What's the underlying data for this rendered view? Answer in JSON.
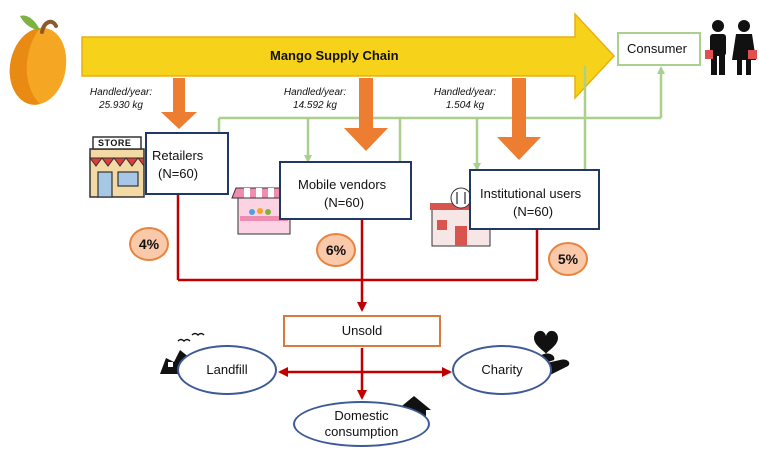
{
  "title": "Mango Supply Chain",
  "consumer": "Consumer",
  "nodes": [
    {
      "name": "Retailers",
      "n": "(N=60)",
      "handled_label": "Handled/year:",
      "handled_value": "25.930 kg",
      "unsold_pct": "4%"
    },
    {
      "name": "Mobile vendors",
      "n": "(N=60)",
      "handled_label": "Handled/year:",
      "handled_value": "14.592 kg",
      "unsold_pct": "6%"
    },
    {
      "name": "Institutional users",
      "n": "(N=60)",
      "handled_label": "Handled/year:",
      "handled_value": "1.504 kg",
      "unsold_pct": "5%"
    }
  ],
  "unsold": "Unsold",
  "outcomes": {
    "landfill": "Landfill",
    "charity": "Charity",
    "domestic": "Domestic consumption"
  },
  "store_sign": "STORE",
  "colors": {
    "arrow_yellow": "#f7d21b",
    "arrow_orange": "#ed7d31",
    "green_line": "#a9d08e",
    "navy": "#1f3864",
    "red_line": "#c00000",
    "ellipse_border": "#3d5a96"
  },
  "icons": [
    "mango-icon",
    "consumer-people-icon",
    "store-icon",
    "mobile-vendor-cart-icon",
    "institution-building-icon",
    "landfill-icon",
    "charity-icon",
    "house-icon"
  ]
}
